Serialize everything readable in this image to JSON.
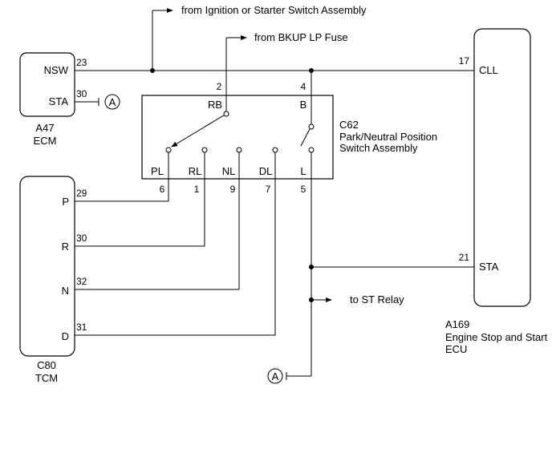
{
  "notes": {
    "ignition": "from Ignition or Starter Switch Assembly",
    "bkup": "from BKUP LP Fuse",
    "st_relay": "to ST Relay"
  },
  "connector_marker": "A",
  "ecm": {
    "code": "A47",
    "name": "ECM",
    "pins": [
      {
        "label": "NSW",
        "num": "23"
      },
      {
        "label": "STA",
        "num": "30"
      }
    ]
  },
  "switch": {
    "code": "C62",
    "name_line1": "Park/Neutral Position",
    "name_line2": "Switch Assembly",
    "top_pins": [
      {
        "label": "RB",
        "num": "2"
      },
      {
        "label": "B",
        "num": "4"
      }
    ],
    "bottom_pins": [
      {
        "label": "PL",
        "num": "6"
      },
      {
        "label": "RL",
        "num": "1"
      },
      {
        "label": "NL",
        "num": "9"
      },
      {
        "label": "DL",
        "num": "7"
      },
      {
        "label": "L",
        "num": "5"
      }
    ]
  },
  "tcm": {
    "code": "C80",
    "name": "TCM",
    "pins": [
      {
        "label": "P",
        "num": "29"
      },
      {
        "label": "R",
        "num": "30"
      },
      {
        "label": "N",
        "num": "32"
      },
      {
        "label": "D",
        "num": "31"
      }
    ]
  },
  "ecu": {
    "code": "A169",
    "name_line1": "Engine Stop and Start",
    "name_line2": "ECU",
    "pins": [
      {
        "label": "CLL",
        "num": "17"
      },
      {
        "label": "STA",
        "num": "21"
      }
    ]
  }
}
